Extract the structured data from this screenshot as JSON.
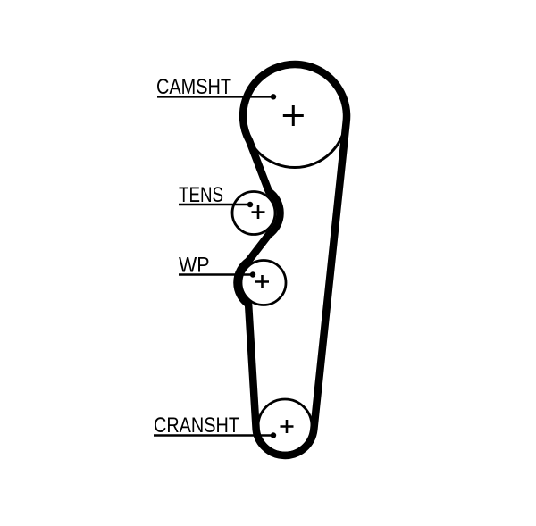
{
  "diagram": {
    "kind": "timing-belt-routing-diagram",
    "background_color": "#ffffff",
    "ink_color": "#000000",
    "labels": {
      "camshaft": "CAMSHT",
      "tensioner": "TENS",
      "water_pump": "WP",
      "crankshaft": "CRANSHT"
    },
    "icons": {
      "pulley_center_mark": "plus-cross",
      "leader_line_terminator": "filled-dot"
    }
  }
}
